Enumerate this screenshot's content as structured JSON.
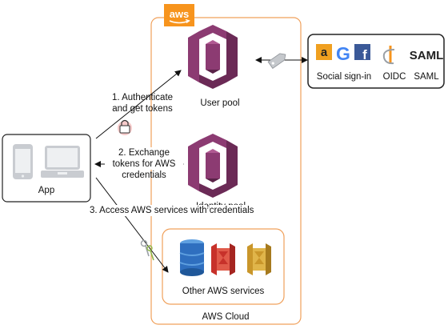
{
  "cloud": {
    "badge": "aws",
    "label": "AWS Cloud"
  },
  "app": {
    "label": "App"
  },
  "user_pool": {
    "label": "User pool"
  },
  "identity_pool": {
    "label": "Identity pool"
  },
  "services": {
    "label": "Other AWS services"
  },
  "providers": {
    "social_label": "Social sign-in",
    "oidc_label": "OIDC",
    "saml_label": "SAML",
    "amazon_glyph": "a",
    "google_glyph": "G",
    "facebook_glyph": "f",
    "saml_logo": "SAML"
  },
  "steps": {
    "s1_l1": "1. Authenticate",
    "s1_l2": "and get tokens",
    "s2_l1": "2. Exchange",
    "s2_l2": "tokens for AWS",
    "s2_l3": "credentials",
    "s3_l1": "3. Access AWS",
    "s3_l2": "services with",
    "s3_l3": "credentials"
  },
  "colors": {
    "cloud_border": "#f0a05a",
    "aws_orange": "#f7941d",
    "cognito_purple": "#8c3b72",
    "cognito_dark": "#6b2a56",
    "dynamo_blue": "#2f6fbf",
    "red_service": "#c7312a",
    "gold_service": "#c9962a"
  },
  "icons": [
    "aws-logo",
    "user-pool-icon",
    "identity-pool-icon",
    "token-icon",
    "lock-icon",
    "keys-icon",
    "dynamodb-icon",
    "service-red-icon",
    "service-gold-icon",
    "amazon-icon",
    "google-icon",
    "facebook-icon",
    "oidc-icon",
    "saml-icon",
    "phone-icon",
    "laptop-icon"
  ]
}
